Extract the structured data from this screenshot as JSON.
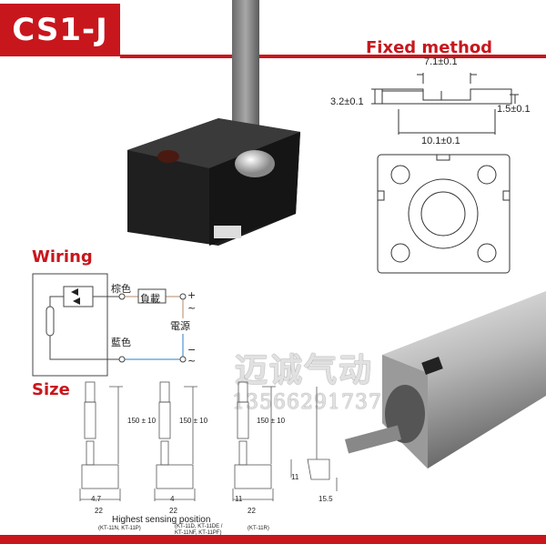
{
  "title": "CS1-J",
  "fixed_method": {
    "heading": "Fixed method",
    "dims": {
      "top_width": "7.1±0.1",
      "left_height": "3.2±0.1",
      "right_height": "1.5±0.1",
      "bottom_width": "10.1±0.1"
    }
  },
  "wiring": {
    "heading": "Wiring",
    "brown_label": "棕色",
    "blue_label": "藍色",
    "load_label": "負載",
    "power_label": "電源",
    "plus": "+",
    "minus": "−",
    "tilde": "~",
    "brown_color": "#b5876a",
    "blue_color": "#2b7fc9"
  },
  "size": {
    "heading": "Size",
    "lengths": [
      "150 ± 10",
      "150 ± 10",
      "150 ± 10"
    ],
    "offsets": [
      "4.7",
      "4",
      "11"
    ],
    "widths": [
      "22",
      "22",
      "22"
    ],
    "side_height": "11",
    "side_width": "15.5",
    "sensing_label": "Highest sensing position",
    "models": [
      "(KT-11N, KT-11P)",
      "(KT-11D, KT-11DE /",
      "KT-11NF, KT-11PF)",
      "(KT-11R)"
    ]
  },
  "watermark": {
    "name": "迈诚气动",
    "phone": "13566291737"
  },
  "colors": {
    "accent": "#c8161d"
  }
}
